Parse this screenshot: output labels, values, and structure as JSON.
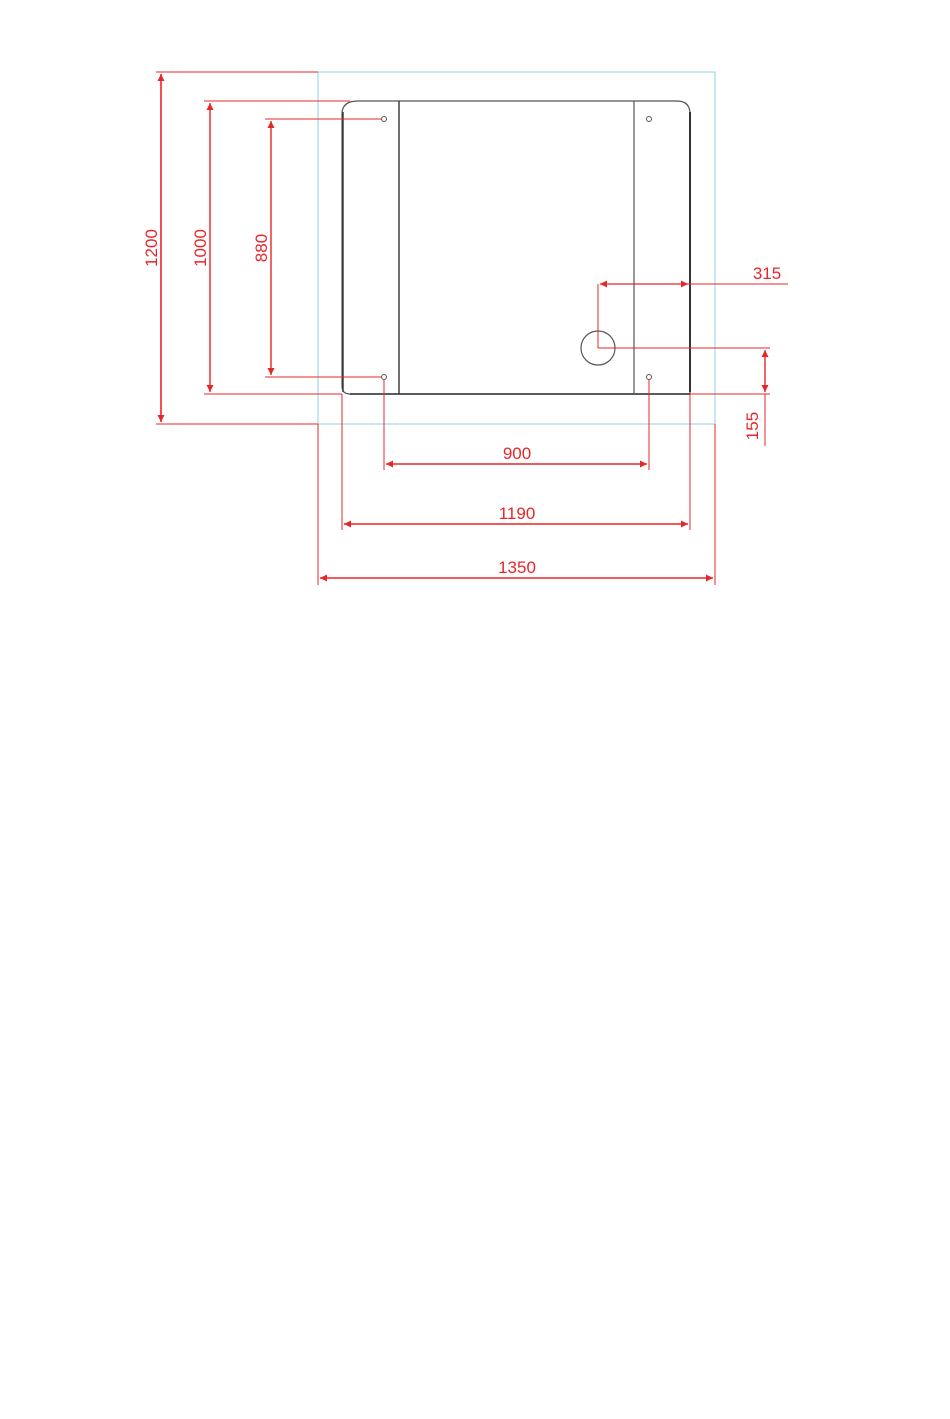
{
  "colors": {
    "dimension": "#e8262a",
    "outline": "#555555",
    "outline_dark": "#333333",
    "envelope": "#8fd0e6",
    "background": "#ffffff"
  },
  "dimensions": {
    "overall_width": "1350",
    "tray_width": "1190",
    "foot_spacing_x": "900",
    "overall_depth": "1200",
    "tray_depth": "1000",
    "foot_spacing_y": "880",
    "drain_offset_x": "315",
    "drain_offset_y": "155"
  }
}
